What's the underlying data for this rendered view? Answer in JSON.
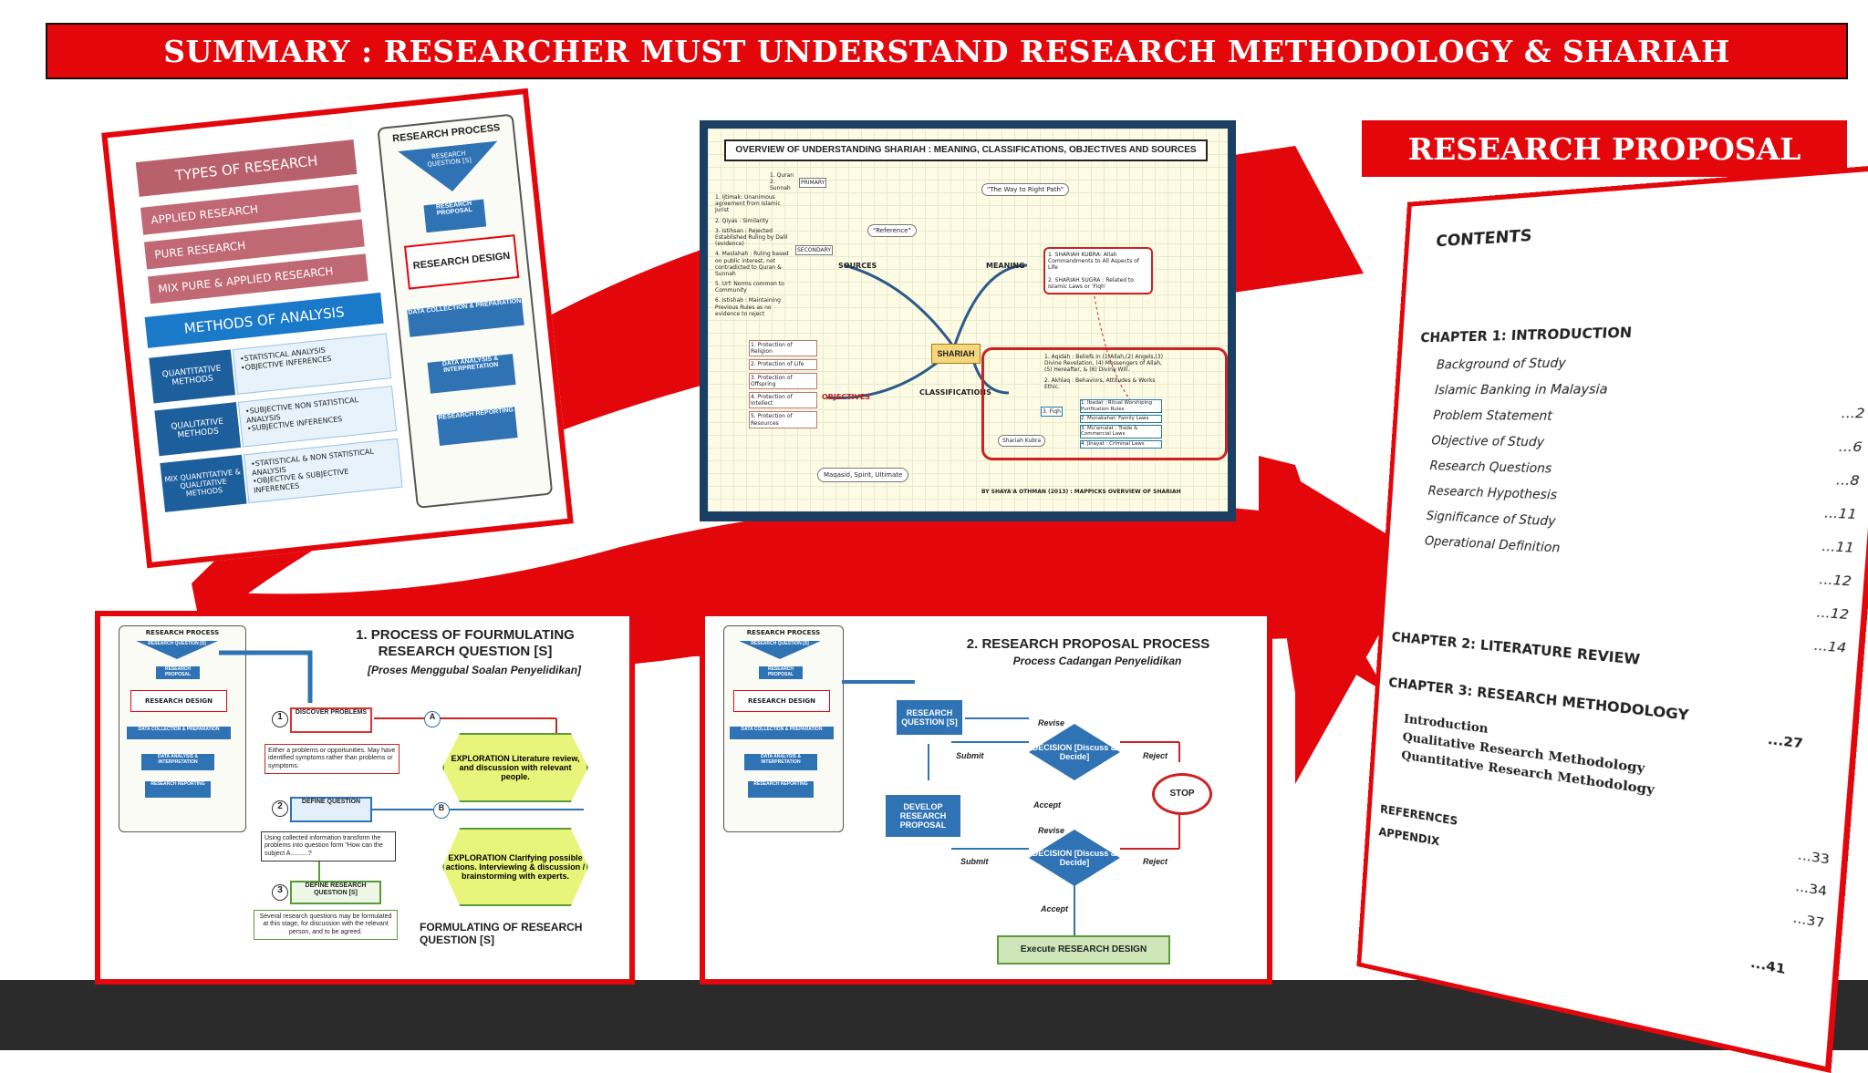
{
  "banner": {
    "title": "SUMMARY : RESEARCHER MUST UNDERSTAND RESEARCH METHODOLOGY & SHARIAH"
  },
  "proposal": {
    "label": "RESEARCH PROPOSAL"
  },
  "types_card": {
    "types_title": "TYPES OF RESEARCH",
    "types": [
      "APPLIED RESEARCH",
      "PURE RESEARCH",
      "MIX PURE & APPLIED RESEARCH"
    ],
    "methods_title": "METHODS OF ANALYSIS",
    "methods": [
      {
        "name": "QUANTITATIVE METHODS",
        "notes": [
          "•STATISTICAL ANALYSIS",
          "•OBJECTIVE INFERENCES"
        ]
      },
      {
        "name": "QUALITATIVE METHODS",
        "notes": [
          "•SUBJECTIVE NON STATISTICAL ANALYSIS",
          "•SUBJECTIVE INFERENCES"
        ]
      },
      {
        "name": "MIX QUANTITATIVE & QUALITATIVE METHODS",
        "notes": [
          "•STATISTICAL & NON STATISTICAL ANALYSIS",
          "•OBJECTIVE & SUBJECTIVE INFERENCES"
        ]
      }
    ],
    "process_title": "RESEARCH PROCESS",
    "process_steps": [
      "RESEARCH QUESTION [S]",
      "RESEARCH PROPOSAL",
      "RESEARCH DESIGN",
      "DATA COLLECTION & PREPARATION",
      "DATA ANALYSIS & INTERPRETATION",
      "RESEARCH REPORTING"
    ]
  },
  "shariah_map": {
    "title": "OVERVIEW OF UNDERSTANDING SHARIAH : MEANING, CLASSIFICATIONS, OBJECTIVES AND SOURCES",
    "center": "SHARIAH",
    "branches": {
      "sources": "SOURCES",
      "meaning": "MEANING",
      "objectives": "OBJECTIVES",
      "classifications": "CLASSIFICATIONS"
    },
    "primary_label": "PRIMARY",
    "secondary_label": "SECONDARY",
    "primary": [
      "1. Quran",
      "2. Sunnah"
    ],
    "secondary": [
      "1. Ijtimak: Unanimous agreement from Islamic Jurist",
      "2. Qiyas : Similarity",
      "3. Istihsan : Rejected Established Ruling by Dalil (evidence)",
      "4. Maslahah : Ruling based on public interest, not contradicted to Quran & Sunnah",
      "5. Urf: Norms common to Community",
      "6. Istishab : Maintaining Previous Rules as no evidence to reject"
    ],
    "reference_note": "\"Reference\"",
    "way_note": "\"The Way to Right Path\"",
    "meaning_items": [
      "1. SHARIAH KUBRA: Allah Commandments to All Aspects of Life",
      "2. SHARIAH SUGRA : Related to Islamic Laws or 'Fiqh'"
    ],
    "objectives": [
      "1. Protection of Religion",
      "2. Protection of Life",
      "3. Protection of Offspring",
      "4. Protection of Intellect",
      "5. Protection of Resources"
    ],
    "maqasid_note": "Maqasid, Spirit, Ultimate",
    "classifications": [
      "1. Aqidah : Beliefs in (1)Allah,(2) Angels,(3) Divine Revelation, (4) Messengers of Allah,(5) Hereafter, & (6) Divine Will.",
      "2. Akhlaq : Behaviors, Attitudes & Works Ethic."
    ],
    "fiqh_label": "3. Fiqh",
    "fiqh": [
      "1. Ibadat : Ritual Worshiping Purification Rules",
      "2. Munakahat: Family Laws",
      "3. Mu'amalat : Trade & Commercial Laws",
      "4. Jinayat : Criminal Laws"
    ],
    "kubra_note": "Shariah Kubra",
    "credit": "BY SHAYA'A OTHMAN (2013) : MAPPICKS OVERVIEW OF SHARIAH"
  },
  "question_card": {
    "title": "1. PROCESS OF FOURMULATING RESEARCH QUESTION [S]",
    "subtitle": "[Proses Menggubal Soalan Penyelidikan]",
    "mini_title": "RESEARCH PROCESS",
    "mini_steps": [
      "RESEARCH QUESTION [S]",
      "RESEARCH PROPOSAL",
      "RESEARCH DESIGN",
      "DATA COLLECTION & PREPARATION",
      "DATA ANALYSIS & INTERPRETATION",
      "RESEARCH REPORTING"
    ],
    "step1": "DISCOVER PROBLEMS",
    "step1_note": "Either a problems or opportunities. May have identified symptoms rather than problems or symptoms.",
    "step2": "DEFINE QUESTION",
    "step2_note": "Using collected information transform the problems into question form \"How can the subject A..........?",
    "step3": "DEFINE RESEARCH QUESTION [S]",
    "step3_note": "Several research questions may be formulated at this stage, for discussion with the relevant person, and to be agreed.",
    "explore_a": "EXPLORATION Literature review, and discussion with relevant people.",
    "explore_b": "EXPLORATION Clarifying possible actions. Interviewing & discussion / brainstorming with experts.",
    "marker_a": "A",
    "marker_b": "B",
    "num1": "1",
    "num2": "2",
    "num3": "3",
    "footer": "FORMULATING OF RESEARCH QUESTION [S]"
  },
  "proposal_card": {
    "title": "2. RESEARCH PROPOSAL PROCESS",
    "subtitle": "Process Cadangan Penyelidikan",
    "mini_title": "RESEARCH PROCESS",
    "mini_steps": [
      "RESEARCH QUESTION [S]",
      "RESEARCH PROPOSAL",
      "RESEARCH DESIGN",
      "DATA COLLECTION & PREPARATION",
      "DATA ANALYSIS & INTERPRETATION",
      "RESEARCH REPORTING"
    ],
    "rq_box": "RESEARCH QUESTION [S]",
    "develop_box": "DEVELOP RESEARCH PROPOSAL",
    "decision": "DECISION [Discuss & Decide]",
    "revise": "Revise",
    "submit": "Submit",
    "accept": "Accept",
    "reject": "Reject",
    "stop": "STOP",
    "execute": "Execute RESEARCH DESIGN"
  },
  "contents": {
    "title": "CONTENTS",
    "chapter1": "CHAPTER 1: INTRODUCTION",
    "ch1_items": [
      "Background of Study",
      "Islamic Banking in Malaysia",
      "Problem Statement",
      "Objective of Study",
      "Research Questions",
      "Research Hypothesis",
      "Significance of Study",
      "Operational Definition"
    ],
    "ch1_pages": [
      "...2",
      "...6",
      "...8",
      "...11",
      "...11",
      "...12",
      "...12",
      "...14"
    ],
    "chapter2": "CHAPTER 2: LITERATURE REVIEW",
    "chapter3": "CHAPTER 3: RESEARCH METHODOLOGY",
    "ch3_page": "...27",
    "ch3_items": [
      "Introduction",
      "Qualitative Research Methodology",
      "Quantitative Research Methodology"
    ],
    "ch3_pages": [
      "...33",
      "...34",
      "...37"
    ],
    "references": "REFERENCES",
    "appendix": "APPENDIX",
    "appendix_page": "...41"
  },
  "colors": {
    "accent_red": "#e3060b",
    "dark_bar": "#2b2b2b",
    "blue": "#2f73b5"
  }
}
